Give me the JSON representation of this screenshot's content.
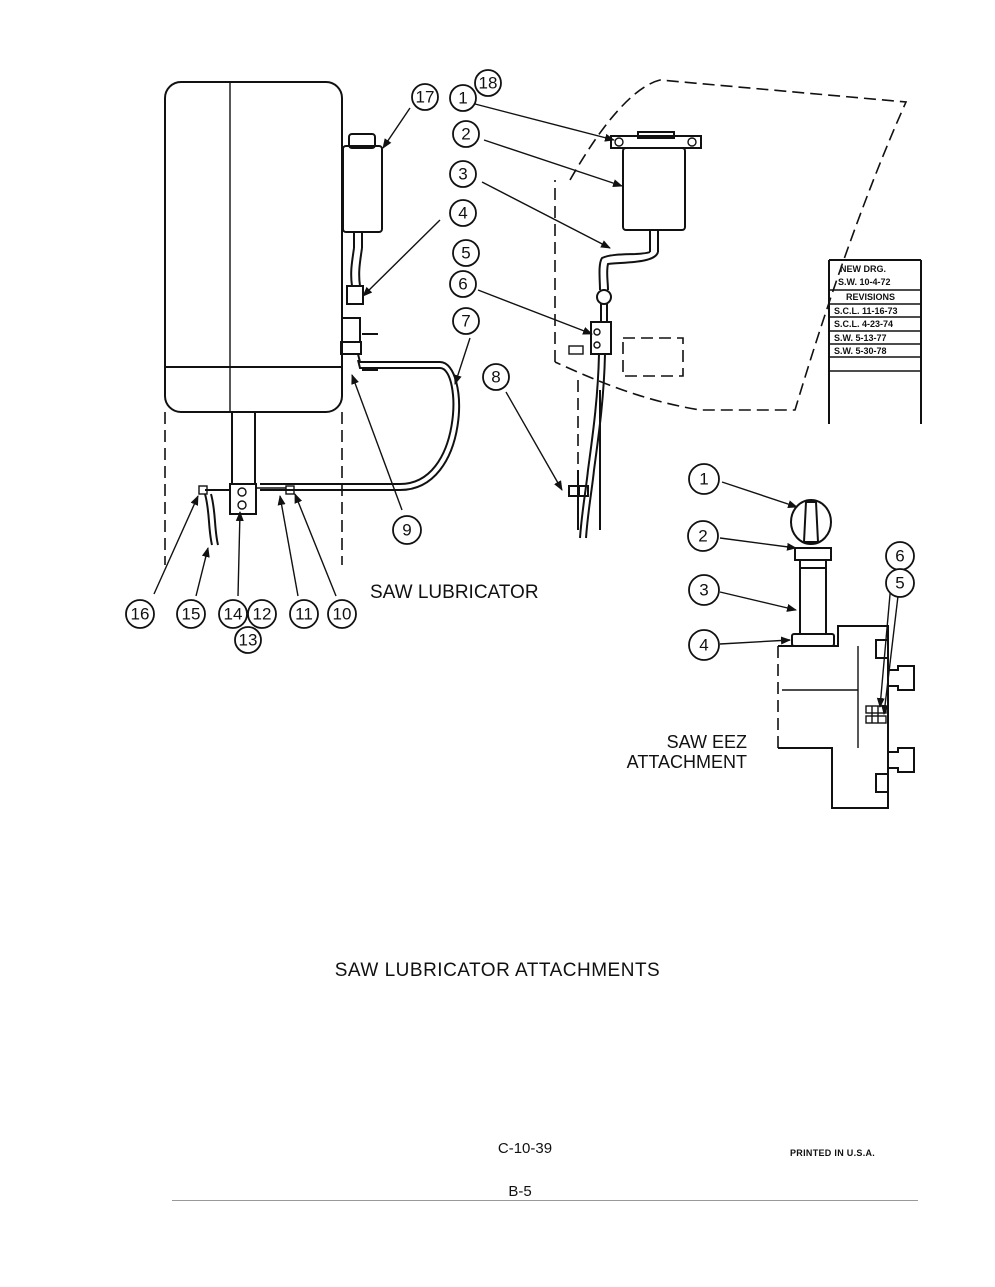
{
  "diagram": {
    "labels": {
      "saw_lubricator": "SAW LUBRICATOR",
      "saw_eez_line1": "SAW EEZ",
      "saw_eez_line2": "ATTACHMENT"
    },
    "callouts_left": [
      "17",
      "16",
      "15",
      "14",
      "12",
      "13",
      "11",
      "10",
      "9"
    ],
    "callouts_center": [
      "18",
      "1",
      "2",
      "3",
      "4",
      "5",
      "6",
      "7",
      "8"
    ],
    "callouts_right": [
      "1",
      "2",
      "3",
      "4",
      "6",
      "5"
    ],
    "revision_block": {
      "new_drg_label": "NEW DRG.",
      "new_drg_value": "S.W. 10-4-72",
      "revisions_label": "REVISIONS",
      "entries": [
        "S.C.L. 11-16-73",
        "S.C.L. 4-23-74",
        "S.W. 5-13-77",
        "S.W. 5-30-78"
      ]
    }
  },
  "page": {
    "title": "SAW LUBRICATOR ATTACHMENTS",
    "drawing_number": "C-10-39",
    "printed_note": "PRINTED IN U.S.A.",
    "page_number": "B-5"
  }
}
